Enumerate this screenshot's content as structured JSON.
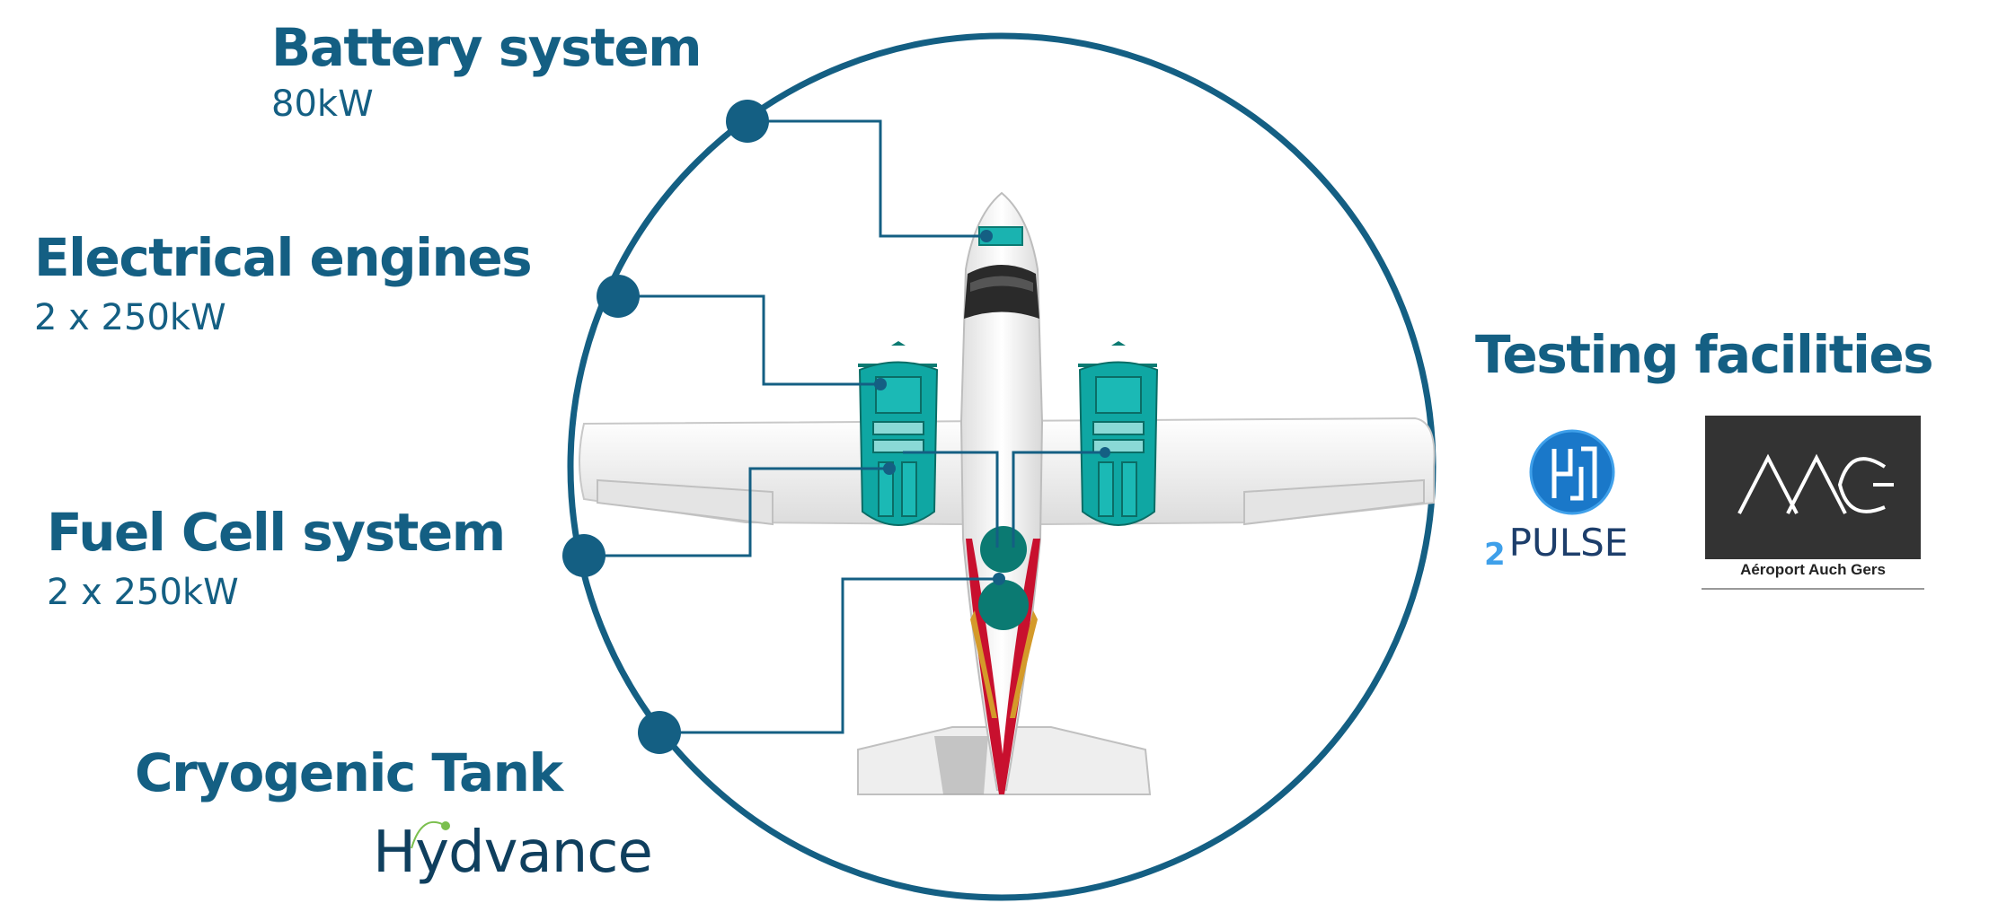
{
  "components": {
    "battery": {
      "title": "Battery system",
      "value": "80kW"
    },
    "engines": {
      "title": "Electrical engines",
      "value": "2 x 250kW"
    },
    "fuel_cell": {
      "title": "Fuel Cell system",
      "value": "2 x 250kW"
    },
    "tank": {
      "title": "Cryogenic Tank",
      "partner": "Hydvance"
    }
  },
  "testing": {
    "title": "Testing facilities",
    "h2pulse": {
      "h2": "H",
      "sub": "2",
      "pulse": "PULSE"
    },
    "aag": {
      "caption": "Aéroport Auch Gers"
    }
  },
  "colors": {
    "primary": "#145f83",
    "teal": "#0a9e9b",
    "dark_teal": "#0b7a72",
    "plane": "#f2f2f2",
    "red": "#c8102e"
  },
  "icons": [
    "airplane-icon",
    "h2pulse-logo-icon",
    "aag-logo-icon",
    "hydvance-logo-icon"
  ]
}
